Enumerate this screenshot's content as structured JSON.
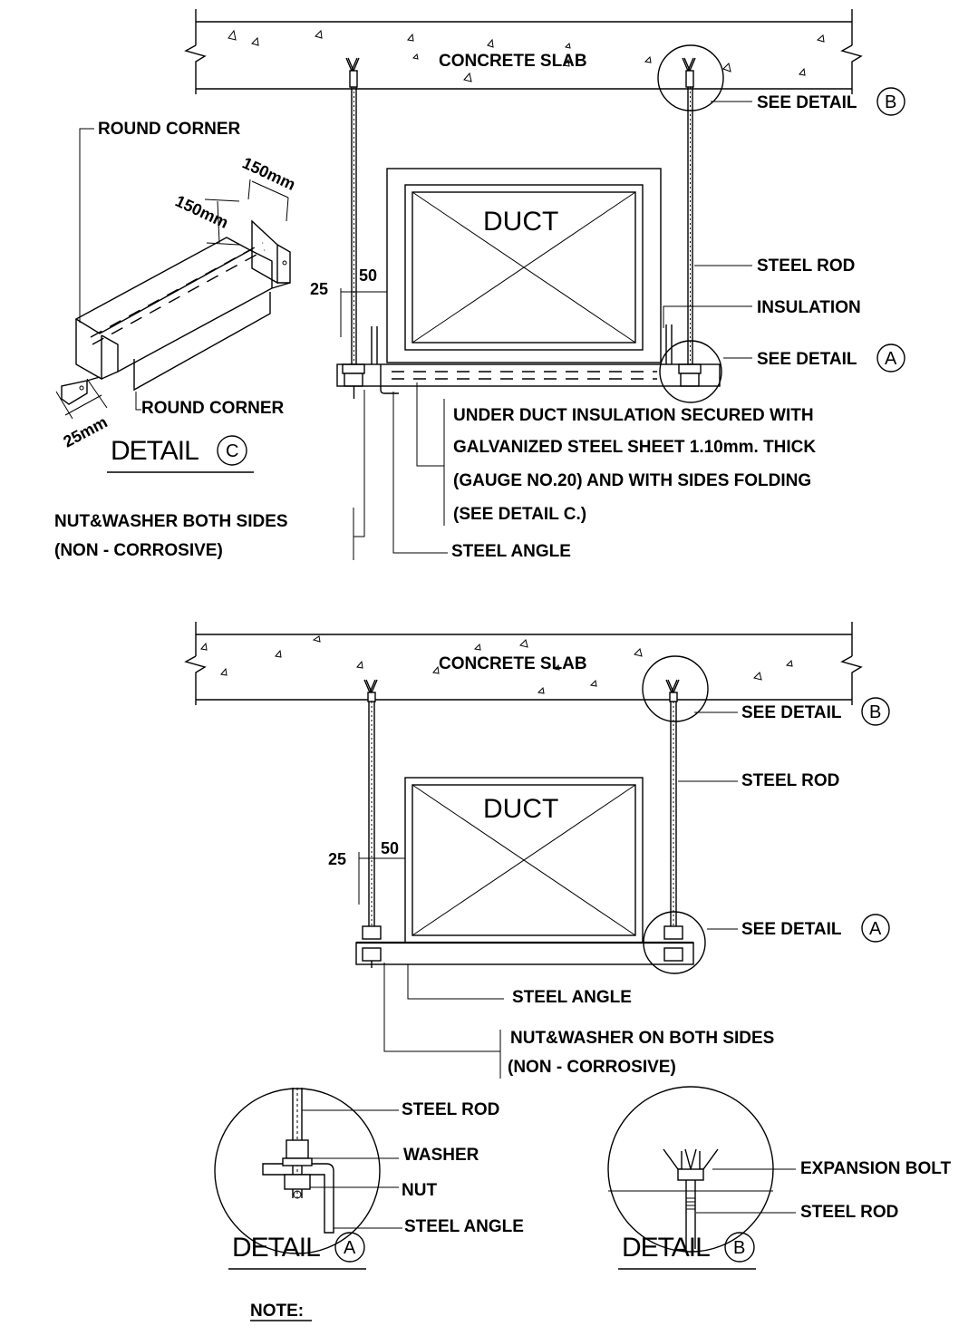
{
  "diagram1": {
    "slab_label": "CONCRETE SLAB",
    "duct_label": "DUCT",
    "see_detail_b": "SEE DETAIL",
    "see_detail_b_ref": "B",
    "steel_rod": "STEEL ROD",
    "insulation": "INSULATION",
    "see_detail_a": "SEE DETAIL",
    "see_detail_a_ref": "A",
    "dim_25": "25",
    "dim_50": "50",
    "note_line1": "UNDER DUCT INSULATION SECURED WITH",
    "note_line2": "GALVANIZED STEEL SHEET 1.10mm. THICK",
    "note_line3": "(GAUGE NO.20) AND WITH SIDES FOLDING",
    "note_line4": "(SEE DETAIL C.)",
    "nut_washer_line1": "NUT&WASHER BOTH SIDES",
    "nut_washer_line2": "(NON - CORROSIVE)",
    "steel_angle": "STEEL ANGLE"
  },
  "detail_c": {
    "round_corner_top": "ROUND CORNER",
    "round_corner_bottom": "ROUND CORNER",
    "dim_150_a": "150mm",
    "dim_150_b": "150mm",
    "dim_25mm": "25mm",
    "title": "DETAIL",
    "ref": "C"
  },
  "diagram2": {
    "slab_label": "CONCRETE SLAB",
    "duct_label": "DUCT",
    "see_detail_b": "SEE DETAIL",
    "see_detail_b_ref": "B",
    "steel_rod": "STEEL ROD",
    "dim_25": "25",
    "dim_50": "50",
    "see_detail_a": "SEE DETAIL",
    "see_detail_a_ref": "A",
    "steel_angle": "STEEL ANGLE",
    "nut_washer_line1": "NUT&WASHER ON BOTH SIDES",
    "nut_washer_line2": "(NON - CORROSIVE)"
  },
  "detail_a": {
    "steel_rod": "STEEL ROD",
    "washer": "WASHER",
    "nut": "NUT",
    "steel_angle": "STEEL ANGLE",
    "title": "DETAIL",
    "ref": "A"
  },
  "detail_b": {
    "expansion_bolt": "EXPANSION BOLT",
    "steel_rod": "STEEL ROD",
    "title": "DETAIL",
    "ref": "B"
  },
  "note_label": "NOTE:"
}
